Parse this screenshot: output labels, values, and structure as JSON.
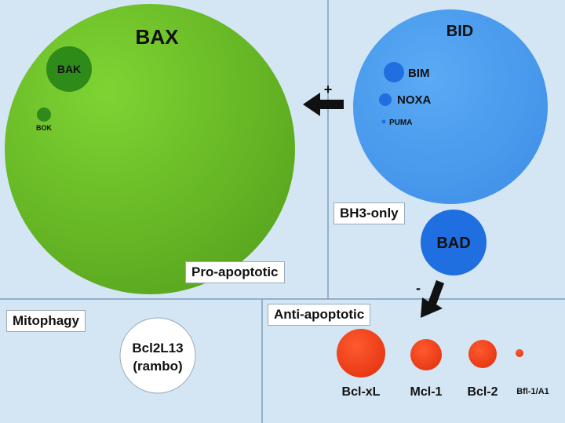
{
  "colors": {
    "background": "#d4e6f4",
    "divider": "#7f9fbf",
    "pro_apoptotic_main": "#6fc72a",
    "pro_apoptotic_dark": "#2e8b1a",
    "bh3_light": "#4a9ef0",
    "bh3_dark": "#1f6fe0",
    "anti_apoptotic": "#f0401e"
  },
  "quadrants": {
    "pro_apoptotic": "Pro-apoptotic",
    "bh3_only": "BH3-only",
    "mitophagy": "Mitophagy",
    "anti_apoptotic": "Anti-apoptotic"
  },
  "proteins": {
    "bax": "BAX",
    "bak": "BAK",
    "bok": "BOK",
    "bid": "BID",
    "bim": "BIM",
    "noxa": "NOXA",
    "puma": "PUMA",
    "bad": "BAD",
    "bcl2l13_line1": "Bcl2L13",
    "bcl2l13_line2": "(rambo)",
    "bcl_xl": "Bcl-xL",
    "mcl_1": "Mcl-1",
    "bcl_2": "Bcl-2",
    "bfl_1": "Bfl-1/A1"
  },
  "arrows": {
    "activation_sign": "+",
    "inhibition_sign": "-"
  }
}
